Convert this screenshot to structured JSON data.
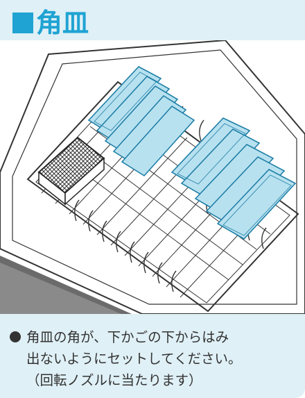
{
  "title": {
    "marker": "■",
    "text": "角皿"
  },
  "illustration": {
    "subject": "dishwasher-rack-with-square-plates",
    "plate_color": "#b8e1f0",
    "plate_stroke": "#1f7fa6"
  },
  "note": {
    "lines": [
      "角皿の角が、下かごの下からはみ",
      "出ないようにセットしてください。",
      "（回転ノズルに当たります）"
    ]
  },
  "colors": {
    "accent": "#1fa3d3",
    "panel_bg": "#dff0f6",
    "text": "#333333"
  }
}
